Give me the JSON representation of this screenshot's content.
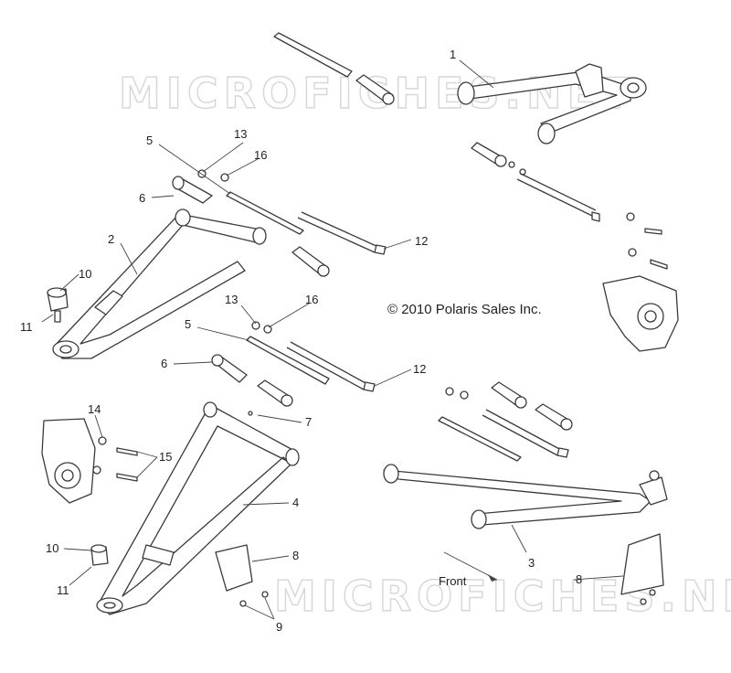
{
  "watermark": {
    "top": "MICROFICHES.NET",
    "bottom": "MICROFICHES.NET"
  },
  "copyright": "© 2010 Polaris Sales Inc.",
  "direction_label": "Front",
  "callouts": [
    {
      "id": "c1",
      "label": "1"
    },
    {
      "id": "c2",
      "label": "2"
    },
    {
      "id": "c3",
      "label": "3"
    },
    {
      "id": "c4",
      "label": "4"
    },
    {
      "id": "c5a",
      "label": "5"
    },
    {
      "id": "c5b",
      "label": "5"
    },
    {
      "id": "c6a",
      "label": "6"
    },
    {
      "id": "c6b",
      "label": "6"
    },
    {
      "id": "c7",
      "label": "7"
    },
    {
      "id": "c8a",
      "label": "8"
    },
    {
      "id": "c8b",
      "label": "8"
    },
    {
      "id": "c9",
      "label": "9"
    },
    {
      "id": "c10a",
      "label": "10"
    },
    {
      "id": "c10b",
      "label": "10"
    },
    {
      "id": "c11a",
      "label": "11"
    },
    {
      "id": "c11b",
      "label": "11"
    },
    {
      "id": "c12a",
      "label": "12"
    },
    {
      "id": "c12b",
      "label": "12"
    },
    {
      "id": "c13a",
      "label": "13"
    },
    {
      "id": "c13b",
      "label": "13"
    },
    {
      "id": "c14",
      "label": "14"
    },
    {
      "id": "c15",
      "label": "15"
    },
    {
      "id": "c16a",
      "label": "16"
    },
    {
      "id": "c16b",
      "label": "16"
    }
  ]
}
